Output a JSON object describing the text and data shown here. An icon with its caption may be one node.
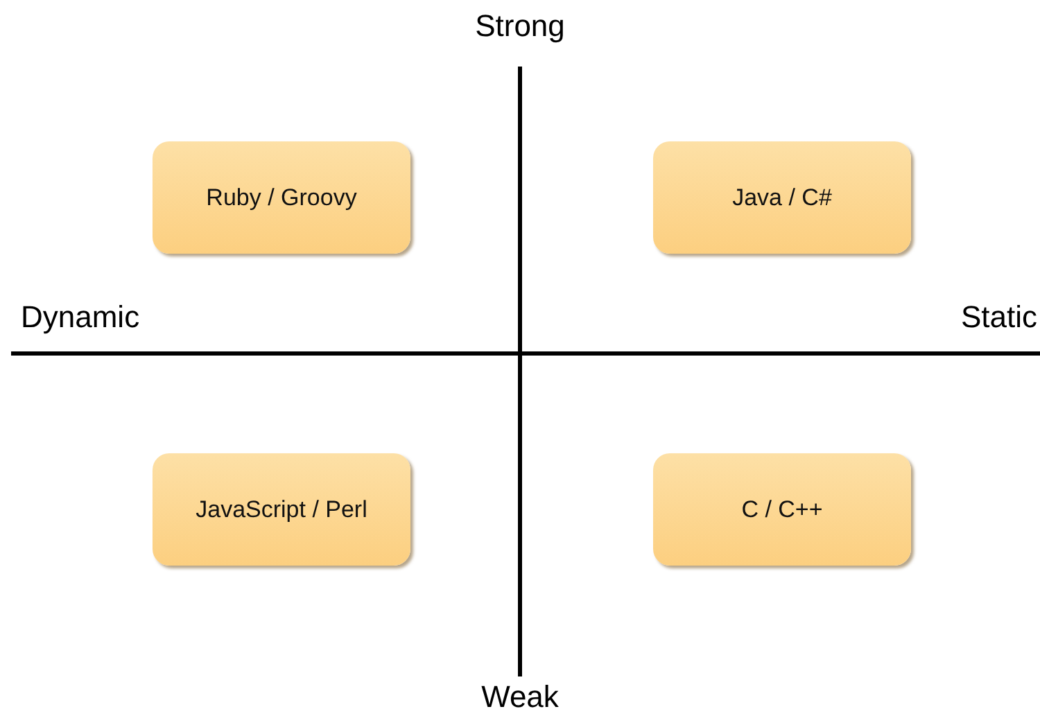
{
  "diagram": {
    "nodes": [
      {
        "text": [
          "Ruby / Groovy"
        ]
      },
      {
        "text": [
          "Java / C#"
        ]
      },
      {
        "text": [
          "JavaScript / Perl"
        ]
      },
      {
        "text": [
          "C / C++"
        ]
      }
    ],
    "labels": [
      "Strong",
      "Dynamic",
      "Static",
      "Weak"
    ]
  }
}
